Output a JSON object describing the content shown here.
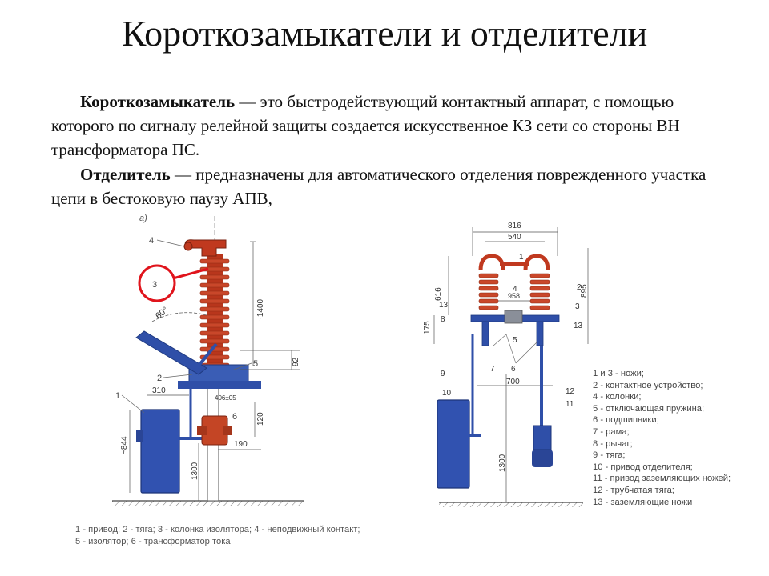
{
  "title": "Короткозамыкатели и отделители",
  "paragraphs": [
    {
      "term": "Короткозамыкатель",
      "text": " — это быстродействующий контактный аппарат, с помощью которого по сигналу релейной защиты создается искусственное КЗ сети со стороны ВН трансформатора ПС."
    },
    {
      "term": "Отделитель",
      "text": " — предназначены для автоматического отделения поврежденного участка цепи в бестоковую паузу АПВ,"
    }
  ],
  "left_figure": {
    "fig_label": "а)",
    "callouts": [
      "4",
      "3",
      "2",
      "1",
      "5",
      "6"
    ],
    "dims": {
      "angle": "60°",
      "height_insulator": "~1400",
      "d92": "92",
      "d310": "310",
      "d406": "406±05",
      "d120": "120",
      "d190": "190",
      "d844": "~844",
      "d1300": "1300"
    },
    "caption": "1 - привод; 2 - тяга; 3 - колонка изолятора; 4 - неподвижный контакт; 5 - изолятор; 6 - трансформатор тока"
  },
  "right_figure": {
    "dims": {
      "d816": "816",
      "d540": "540",
      "d616": "616",
      "d958": "958",
      "d175": "175",
      "d700": "700",
      "d895": "895",
      "d1300": "1300"
    },
    "callouts": [
      "1",
      "2",
      "3",
      "4",
      "5",
      "6",
      "7",
      "8",
      "9",
      "10",
      "11",
      "12",
      "13",
      "13"
    ],
    "legend": [
      "1 и 3 - ножи;",
      "2 - контактное устройство;",
      "4 - колонки;",
      "5 - отключающая пружина;",
      "6 - подшипники;",
      "7 - рама;",
      "8 - рычаг;",
      "9 - тяга;",
      "10 - привод отделителя;",
      "11 - привод заземляющих ножей;",
      "12 - трубчатая тяга;",
      "13 - заземляющие ножи"
    ]
  },
  "colors": {
    "insulator": "#c0391f",
    "metal": "#2f4fa8",
    "callout_circle": "#e0141c",
    "dim_line": "#555555"
  }
}
